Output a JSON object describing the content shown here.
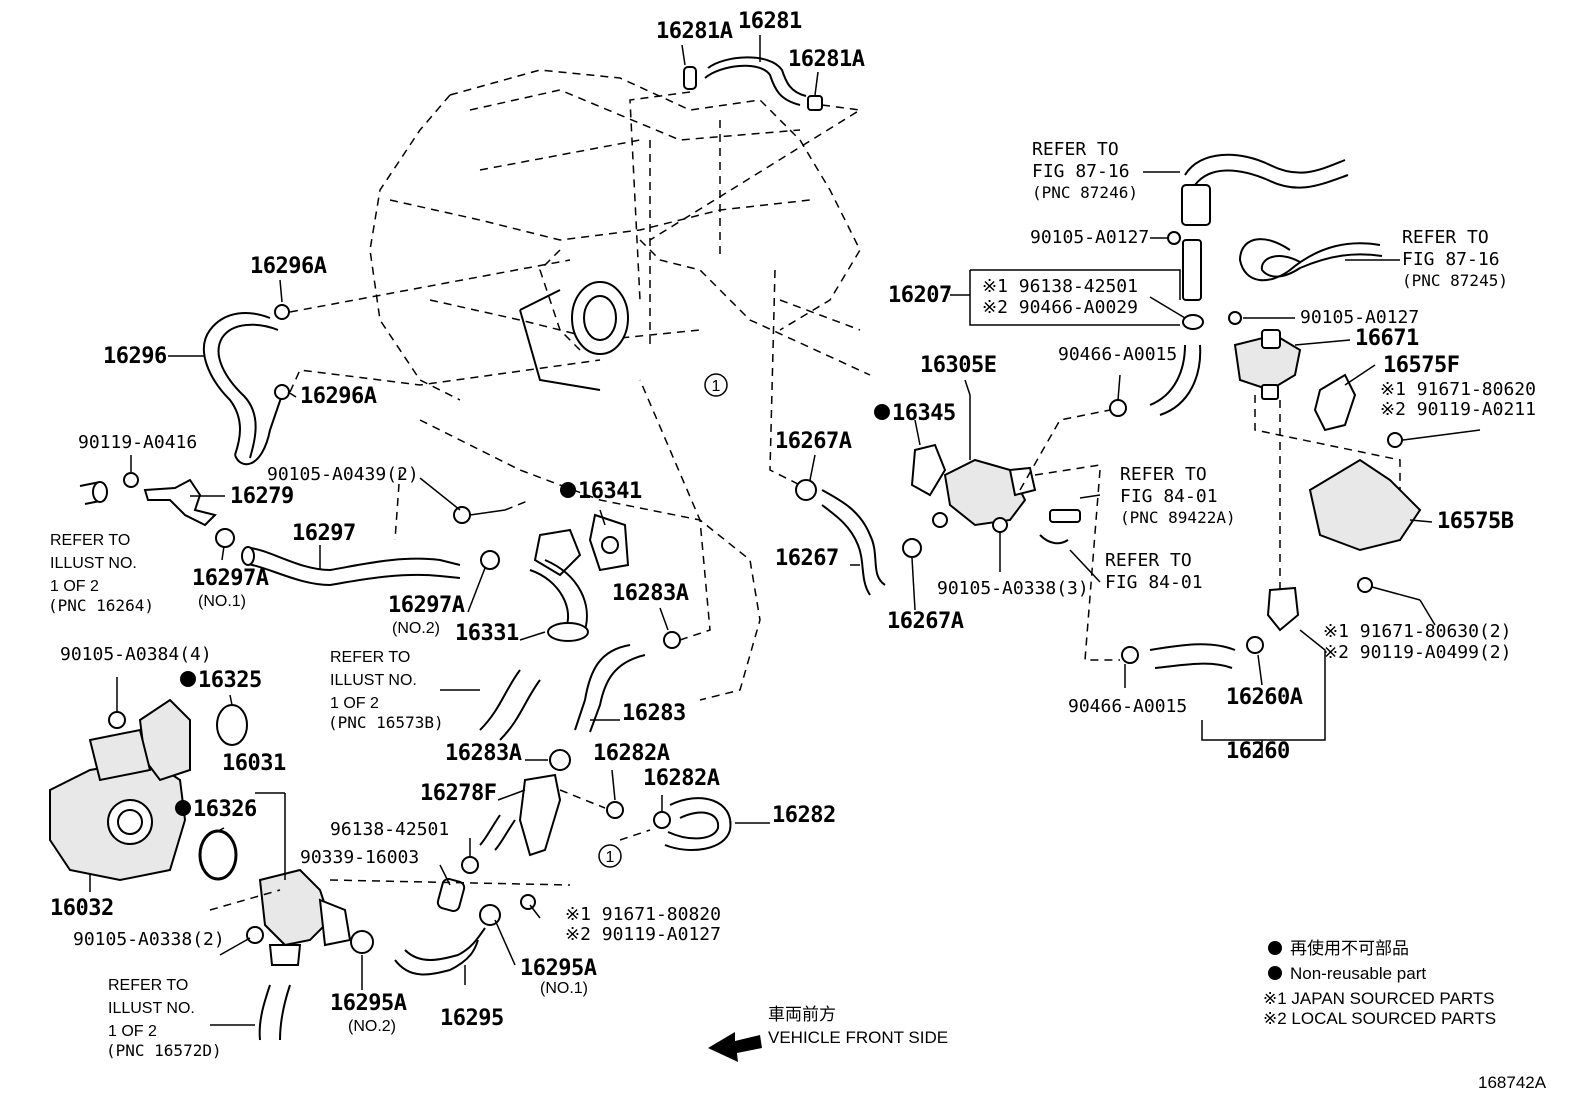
{
  "labels": {
    "p16281A_top": "16281A",
    "p16281": "16281",
    "p16281A_right": "16281A",
    "p16296A_top": "16296A",
    "p16296": "16296",
    "p16296A_bottom": "16296A",
    "p90119_A0416": "90119-A0416",
    "p16279": "16279",
    "p90105_A0439": "90105-A0439(2)",
    "p16341": "16341",
    "p16297": "16297",
    "p16297A_no1": "16297A",
    "no1_a": "(NO.1)",
    "p16297A_no2": "16297A",
    "no2_a": "(NO.2)",
    "p16331": "16331",
    "p16283A_top": "16283A",
    "p16283": "16283",
    "p16283A_bottom": "16283A",
    "p16282A_top": "16282A",
    "p16282A_right": "16282A",
    "p16282": "16282",
    "p16278F": "16278F",
    "p96138_42501_b": "96138-42501",
    "p90339_16003": "90339-16003",
    "p16295A_no1": "16295A",
    "no1_b": "(NO.1)",
    "p16295A_no2": "16295A",
    "no2_b": "(NO.2)",
    "p16295": "16295",
    "p91671_80820": "※1  91671-80820",
    "p90119_A0127": "※2  90119-A0127",
    "p90105_A0384": "90105-A0384(4)",
    "p16325": "16325",
    "p16031": "16031",
    "p16326": "16326",
    "p16032": "16032",
    "p90105_A0338_2": "90105-A0338(2)",
    "p16267A_top": "16267A",
    "p16267": "16267",
    "p16267A_bottom": "16267A",
    "p16305E": "16305E",
    "p16345": "16345",
    "p90105_A0338_3": "90105-A0338(3)",
    "p16207": "16207",
    "p96138_42501_a": "※1  96138-42501",
    "p90466_A0029": "※2  90466-A0029",
    "p90105_A0127_a": "90105-A0127",
    "p90105_A0127_b": "90105-A0127",
    "p90466_A0015_a": "90466-A0015",
    "p90466_A0015_b": "90466-A0015",
    "p16671": "16671",
    "p16575F": "16575F",
    "p91671_80620": "※1  91671-80620",
    "p90119_A0211": "※2  90119-A0211",
    "p16575B": "16575B",
    "p91671_80630": "※1  91671-80630(2)",
    "p90119_A0499": "※2  90119-A0499(2)",
    "p16260A": "16260A",
    "p16260": "16260",
    "callout1": "1"
  },
  "refs": {
    "r1": [
      "REFER TO",
      "FIG 87-16",
      "(PNC 87246)"
    ],
    "r2": [
      "REFER TO",
      "FIG 87-16",
      "(PNC 87245)"
    ],
    "r3": [
      "REFER TO",
      "FIG 84-01",
      "(PNC 89422A)"
    ],
    "r4": [
      "REFER TO",
      "FIG 84-01"
    ],
    "r5": [
      "REFER TO",
      "ILLUST NO.",
      "1 OF 2",
      "(PNC 16264)"
    ],
    "r6": [
      "REFER TO",
      "ILLUST NO.",
      "1 OF 2",
      "(PNC 16573B)"
    ],
    "r7": [
      "REFER TO",
      "ILLUST NO.",
      "1 OF 2",
      "(PNC 16572D)"
    ]
  },
  "legend": {
    "jp_nonreusable": "再使用不可部品",
    "nonreusable": "Non-reusable part",
    "japan": "※1  JAPAN SOURCED PARTS",
    "local": "※2  LOCAL SOURCED PARTS"
  },
  "front": {
    "jp": "車両前方",
    "en": "VEHICLE FRONT SIDE"
  },
  "figure_id": "168742A"
}
